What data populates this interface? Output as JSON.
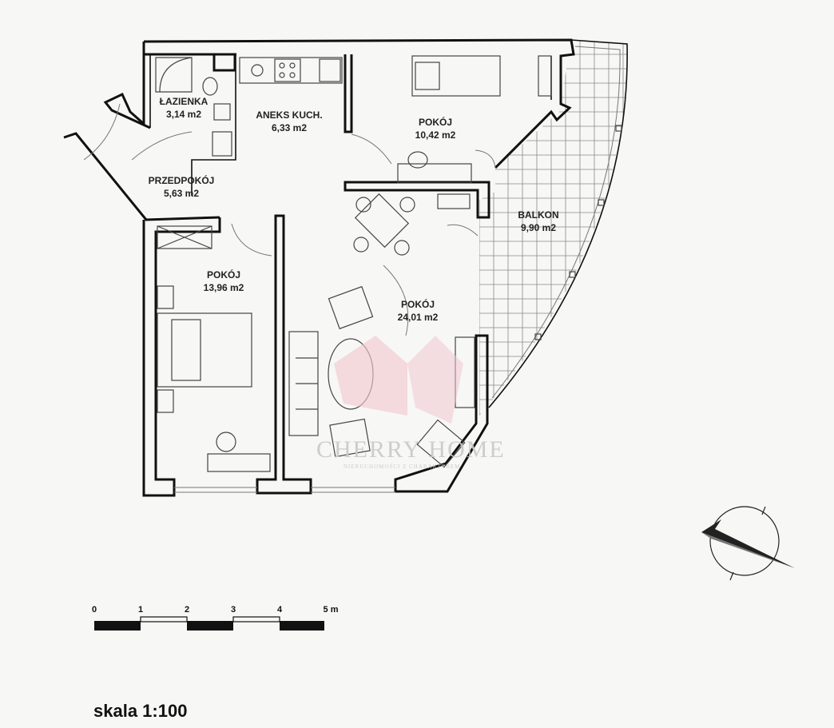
{
  "rooms": {
    "bathroom": {
      "name": "ŁAZIENKA",
      "area": "3,14 m2"
    },
    "kitchen": {
      "name": "ANEKS KUCH.",
      "area": "6,33 m2"
    },
    "room_small": {
      "name": "POKÓJ",
      "area": "10,42 m2"
    },
    "hall": {
      "name": "PRZEDPOKÓJ",
      "area": "5,63 m2"
    },
    "balcony": {
      "name": "BALKON",
      "area": "9,90 m2"
    },
    "bedroom": {
      "name": "POKÓJ",
      "area": "13,96 m2"
    },
    "living": {
      "name": "POKÓJ",
      "area": "24,01 m2"
    }
  },
  "watermark": {
    "brand": "CHERRY HOME",
    "tagline": "NIERUCHOMOŚCI Z CHARAKTEREM"
  },
  "scale_bar": {
    "ticks": [
      "0",
      "1",
      "2",
      "3",
      "4",
      "5 m"
    ],
    "title": "skala 1:100"
  },
  "icons": {
    "compass": "north-arrow-icon",
    "logo": "cherry-home-logo-icon"
  }
}
